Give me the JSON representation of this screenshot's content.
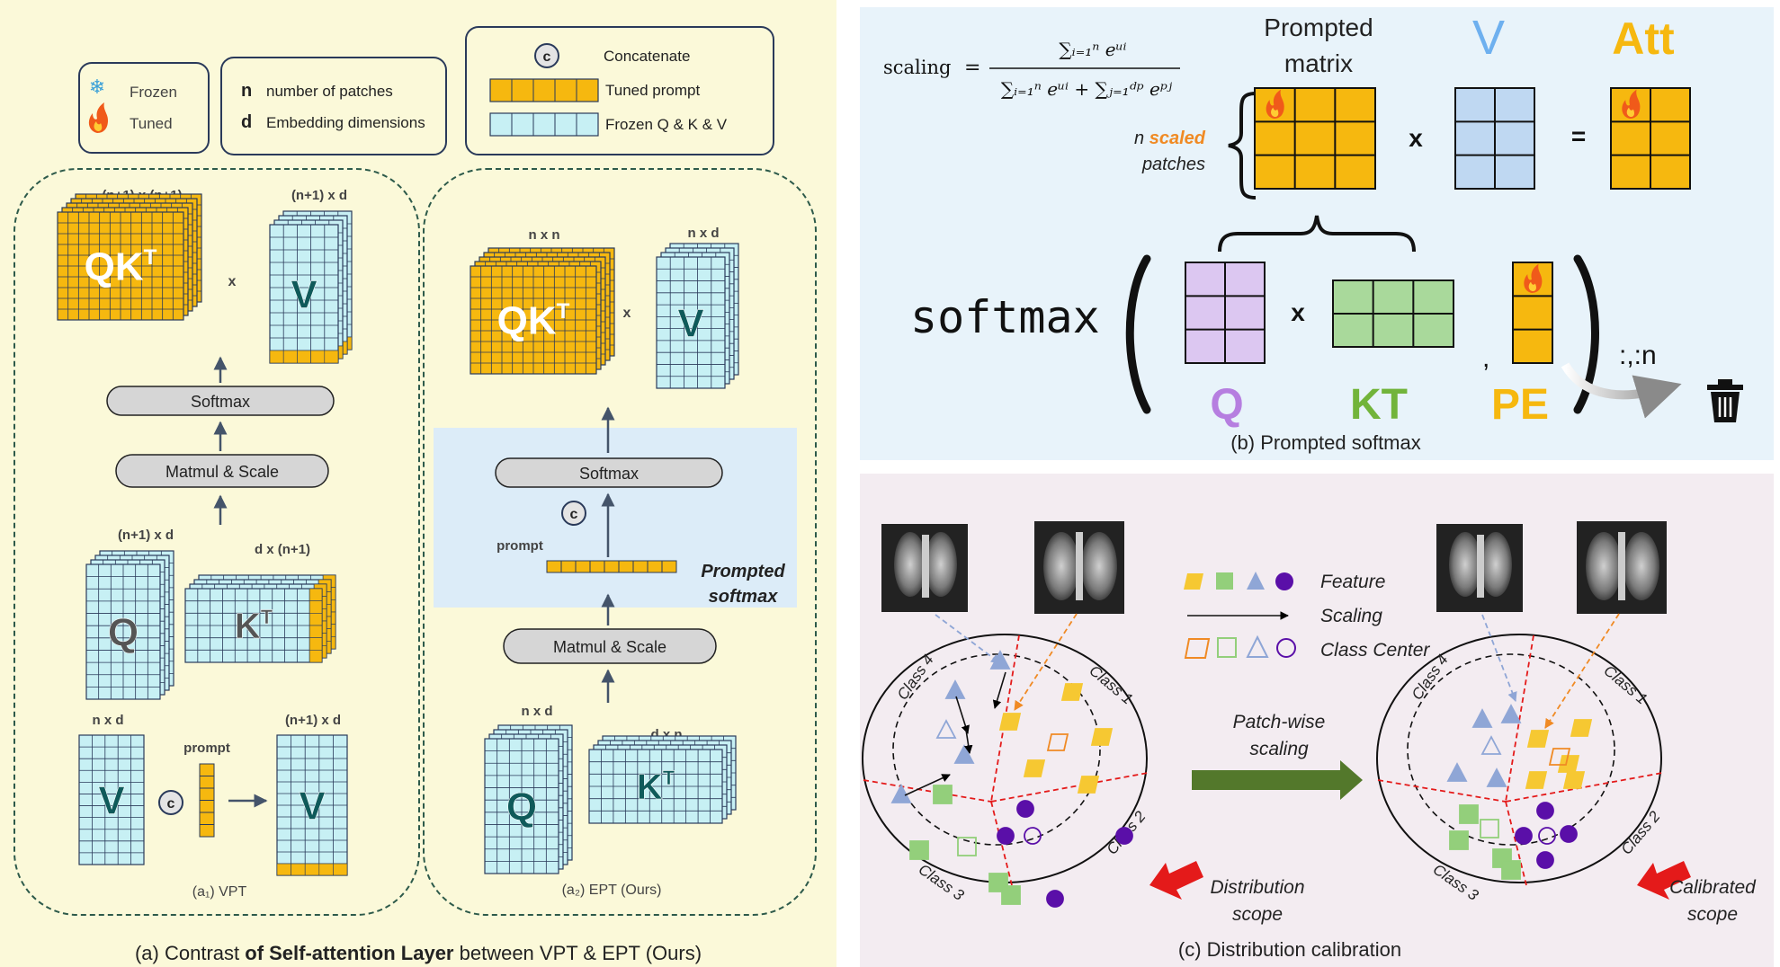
{
  "colors": {
    "panel_a_bg": "#fbf9d9",
    "panel_b_bg": "#e8f3fa",
    "panel_c_bg": "#f3ecf1",
    "tuned": "#f6b80f",
    "frozen": "#c7f0f4",
    "q_purple": "#dcc7f1",
    "k_green": "#a9d99b",
    "v_blue": "#bfd8f2",
    "highlight": "#dcecf8",
    "green_arrow": "#53782b",
    "red_arrow": "#e41a1a",
    "class_purple": "#5a0fa8",
    "class_green": "#93cf7b",
    "class_blue": "#8fa6d6",
    "class_yellow": "#f6c832"
  },
  "panel_a": {
    "legend": {
      "frozen": "Frozen",
      "tuned": "Tuned",
      "n_key": "n",
      "n_desc": "number of patches",
      "d_key": "d",
      "d_desc": "Embedding dimensions",
      "c_symbol": "c",
      "concatenate": "Concatenate",
      "tuned_prompt": "Tuned prompt",
      "frozen_qkv": "Frozen Q & K & V"
    },
    "vpt": {
      "qkt_dim": "(n+1) x (n+1)",
      "v_dim": "(n+1) x d",
      "times": "x",
      "qkt_label": "QKT",
      "v_label": "V",
      "softmax": "Softmax",
      "matmul": "Matmul & Scale",
      "q_dim": "(n+1) x d",
      "kt_dim": "d x (n+1)",
      "q_label": "Q",
      "kt_label": "KT",
      "v_in_dim": "n x d",
      "prompt": "prompt",
      "v_out_dim": "(n+1) x d",
      "c_symbol": "c",
      "caption": "(a₁) VPT"
    },
    "ept": {
      "qkt_dim": "n x n",
      "v_dim": "n x d",
      "times": "x",
      "qkt_label": "QKT",
      "v_label": "V",
      "softmax": "Softmax",
      "c_symbol": "c",
      "prompt": "prompt",
      "prompted_softmax_1": "Prompted",
      "prompted_softmax_2": "softmax",
      "matmul": "Matmul & Scale",
      "q_dim": "n x d",
      "kt_dim": "d x n",
      "q_label": "Q",
      "kt_label": "KT",
      "caption": "(a₂) EPT (Ours)"
    },
    "caption_pre": "(a) Contrast ",
    "caption_bold": "of Self-attention Layer",
    "caption_post": " between VPT & EPT (Ours)"
  },
  "panel_b": {
    "scaling_label": "scaling",
    "eq": "=",
    "num": "∑ᵢ₌₁ⁿ eᵘⁱ",
    "den": "∑ᵢ₌₁ⁿ eᵘⁱ + ∑ⱼ₌₁ᵈᵖ eᵖʲ",
    "prompted_matrix_1": "Prompted",
    "prompted_matrix_2": "matrix",
    "v_label": "V",
    "att_label": "Att",
    "n_word": "n",
    "scaled_word": "scaled",
    "patches_word": "patches",
    "times": "x",
    "equals": "=",
    "softmax": "softmax",
    "q_label": "Q",
    "kt_label": "KT",
    "comma": ",",
    "pe_label": "PE",
    "slice": ":,:n",
    "caption": "(b) Prompted softmax"
  },
  "panel_c": {
    "legend_feature": "Feature",
    "legend_scaling": "Scaling",
    "legend_center": "Class Center",
    "patch_wise_1": "Patch-wise",
    "patch_wise_2": "scaling",
    "class1": "Class 1",
    "class2": "Class 2",
    "class3": "Class 3",
    "class4": "Class 4",
    "dist_scope_1": "Distribution",
    "dist_scope_2": "scope",
    "calib_scope_1": "Calibrated",
    "calib_scope_2": "scope",
    "caption": "(c) Distribution calibration"
  }
}
